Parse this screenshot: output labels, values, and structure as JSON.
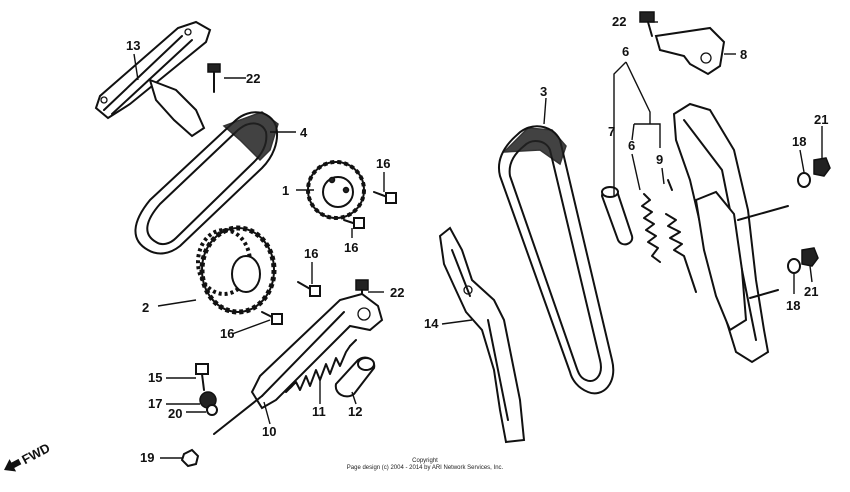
{
  "diagram": {
    "callouts": [
      "1",
      "2",
      "3",
      "4",
      "6",
      "7",
      "8",
      "9",
      "10",
      "11",
      "12",
      "13",
      "14",
      "15",
      "16",
      "17",
      "18",
      "19",
      "20",
      "21",
      "22"
    ],
    "labels": [
      {
        "id": "13",
        "text": "13"
      },
      {
        "id": "22a",
        "text": "22"
      },
      {
        "id": "4",
        "text": "4"
      },
      {
        "id": "1",
        "text": "1"
      },
      {
        "id": "16a",
        "text": "16"
      },
      {
        "id": "16b",
        "text": "16"
      },
      {
        "id": "2",
        "text": "2"
      },
      {
        "id": "16c",
        "text": "16"
      },
      {
        "id": "16d",
        "text": "16"
      },
      {
        "id": "22b",
        "text": "22"
      },
      {
        "id": "15",
        "text": "15"
      },
      {
        "id": "17",
        "text": "17"
      },
      {
        "id": "20",
        "text": "20"
      },
      {
        "id": "10",
        "text": "10"
      },
      {
        "id": "11",
        "text": "11"
      },
      {
        "id": "12",
        "text": "12"
      },
      {
        "id": "19",
        "text": "19"
      },
      {
        "id": "14",
        "text": "14"
      },
      {
        "id": "3",
        "text": "3"
      },
      {
        "id": "22c",
        "text": "22"
      },
      {
        "id": "8",
        "text": "8"
      },
      {
        "id": "6",
        "text": "6"
      },
      {
        "id": "7",
        "text": "7"
      },
      {
        "id": "6b",
        "text": "6"
      },
      {
        "id": "9",
        "text": "9"
      },
      {
        "id": "18a",
        "text": "18"
      },
      {
        "id": "21a",
        "text": "21"
      },
      {
        "id": "18b",
        "text": "18"
      },
      {
        "id": "21b",
        "text": "21"
      }
    ],
    "direction_marker": "FWD",
    "copyright_line1": "Copyright",
    "copyright_line2": "Page design (c) 2004 - 2014 by ARI Network Services, Inc."
  }
}
